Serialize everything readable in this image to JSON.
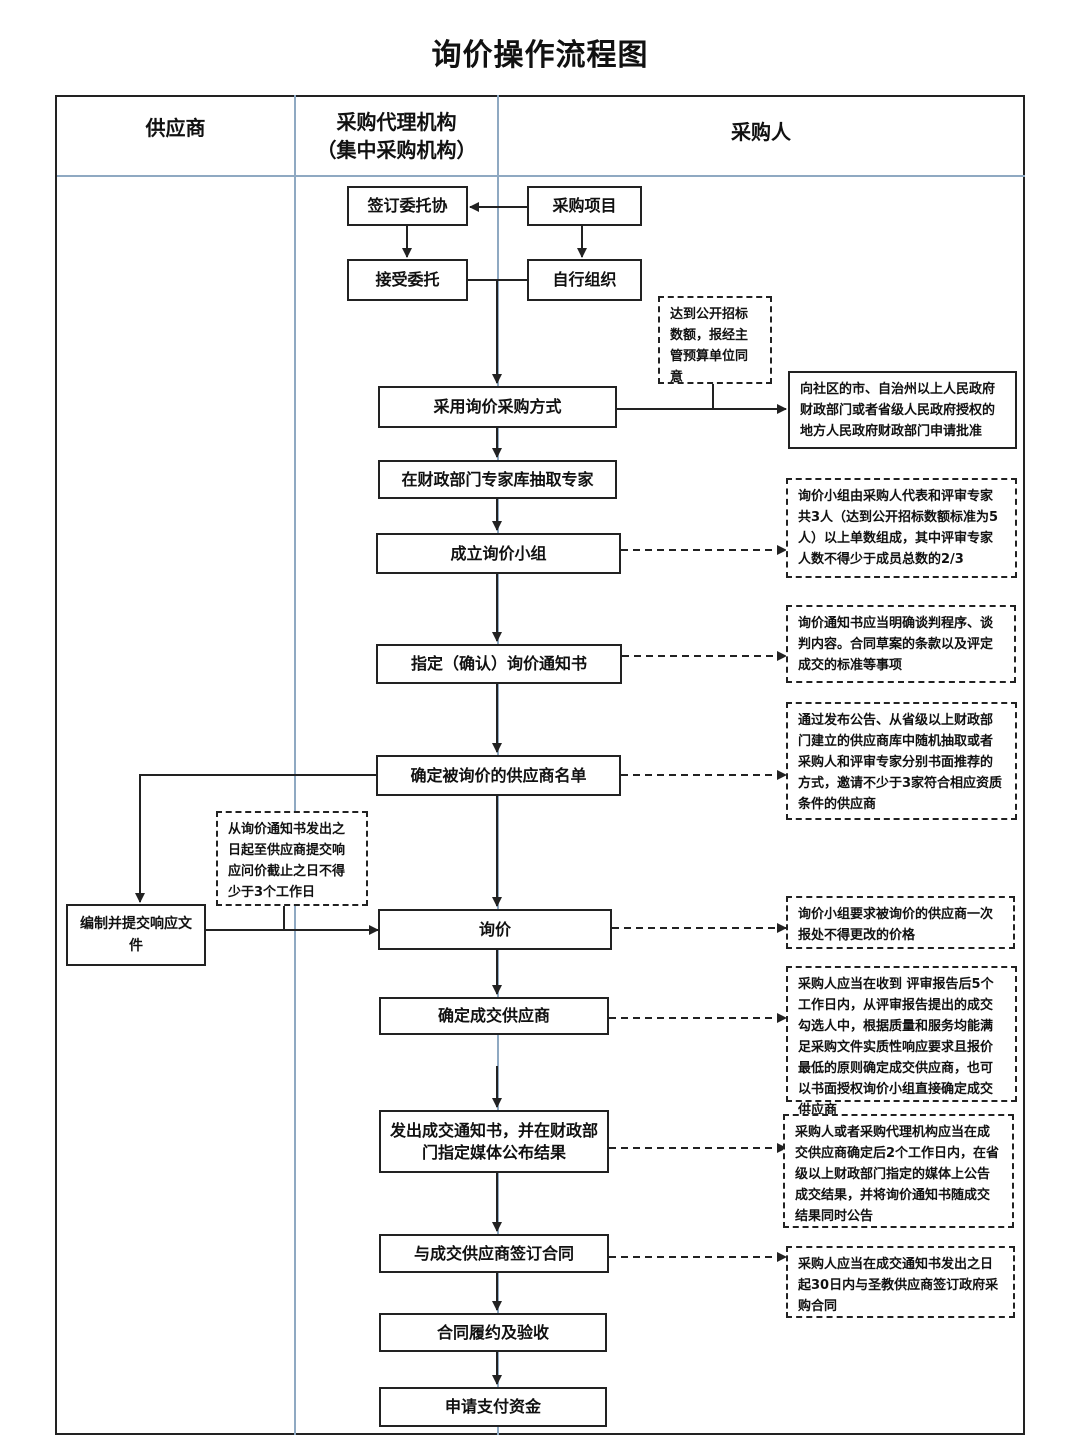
{
  "title": "询价操作流程图",
  "lanes": {
    "supplier": "供应商",
    "agency_line1": "采购代理机构",
    "agency_line2": "（集中采购机构）",
    "purchaser": "采购人"
  },
  "steps": {
    "sign_entrust": "签订委托协",
    "purchase_project": "采购项目",
    "accept_entrust": "接受委托",
    "self_organize": "自行组织",
    "adopt_inquiry": "采用询价采购方式",
    "draw_experts": "在财政部门专家库抽取专家",
    "form_group": "成立询价小组",
    "specify_notice": "指定（确认）询价通知书",
    "confirm_suppliers": "确定被询价的供应商名单",
    "prepare_response": "编制并提交响应文件",
    "inquiry": "询价",
    "determine_winner": "确定成交供应商",
    "issue_notice_line1": "发出成交通知书，并在财政部",
    "issue_notice_line2": "门指定媒体公布结果",
    "sign_contract": "与成交供应商签订合同",
    "perform_accept": "合同履约及验收",
    "apply_payment": "申请支付资金"
  },
  "notes": {
    "threshold": "达到公开招标数额，报经主管预算单位同意",
    "approval": "向社区的市、自治州以上人民政府财政部门或者省级人民政府授权的地方人民政府财政部门申请批准",
    "group_composition": "询价小组由采购人代表和评审专家共3人（达到公开招标数额标准为5人）以上单数组成，其中评审专家人数不得少于成员总数的2/3",
    "notice_content": "询价通知书应当明确谈判程序、谈判内容。合同草案的条款以及评定成交的标准等事项",
    "supplier_selection": "通过发布公告、从省级以上财政部门建立的供应商库中随机抽取或者采购人和评审专家分别书面推荐的方式，邀请不少于3家符合相应资质条件的供应商",
    "response_period": "从询价通知书发出之日起至供应商提交响应问价截止之日不得少于3个工作日",
    "one_quote": "询价小组要求被询价的供应商一次报处不得更改的价格",
    "winner_rule": "采购人应当在收到 评审报告后5个工作日内，从评审报告提出的成交勾选人中，根据质量和服务均能满足采购文件实质性响应要求且报价最低的原则确定成交供应商，也可以书面授权询价小组直接确定成交供应商",
    "publish_rule": "采购人或者采购代理机构应当在成交供应商确定后2个工作日内，在省级以上财政部门指定的媒体上公告成交结果，并将询价通知书随成交结果同时公告",
    "contract_rule": "采购人应当在成交通知书发出之日起30日内与圣教供应商签订政府采购合同"
  }
}
